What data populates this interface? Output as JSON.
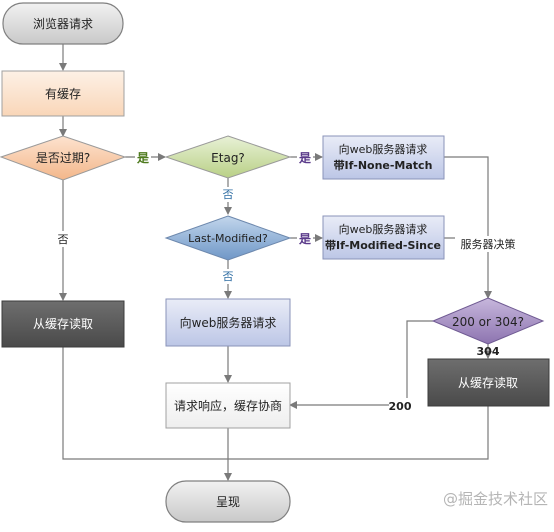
{
  "nodes": {
    "start": "浏览器请求",
    "has_cache": "有缓存",
    "expired_q": "是否过期?",
    "etag_q": "Etag?",
    "req_inm_line1": "向web服务器请求",
    "req_inm_line2": "带If-None-Match",
    "last_modified_q": "Last-Modified?",
    "req_ims_line1": "向web服务器请求",
    "req_ims_line2": "带If-Modified-Since",
    "read_cache_left": "从缓存读取",
    "request_server": "向web服务器请求",
    "code_q": "200 or 304?",
    "response_negotiate": "请求响应，缓存协商",
    "read_cache_right": "从缓存读取",
    "end": "呈现"
  },
  "edge_labels": {
    "expired_yes": "是",
    "expired_no": "否",
    "etag_yes": "是",
    "etag_no": "否",
    "lm_yes": "是",
    "lm_no": "否",
    "server_decides": "服务器决策",
    "code_304": "304",
    "code_200": "200"
  },
  "watermark": "@掘金技术社区",
  "colors": {
    "terminal_fill": "#d9d9d9",
    "cache_box_fill": "#fce4cf",
    "orange_diamond": "#f8c9a4",
    "green_diamond": "#cfe0a8",
    "blue_diamond": "#8fb2d8",
    "lavender_box": "#d3d9ee",
    "purple_diamond": "#a994c4",
    "dark_box": "#5a5a5a",
    "line": "#7a7a7a"
  }
}
